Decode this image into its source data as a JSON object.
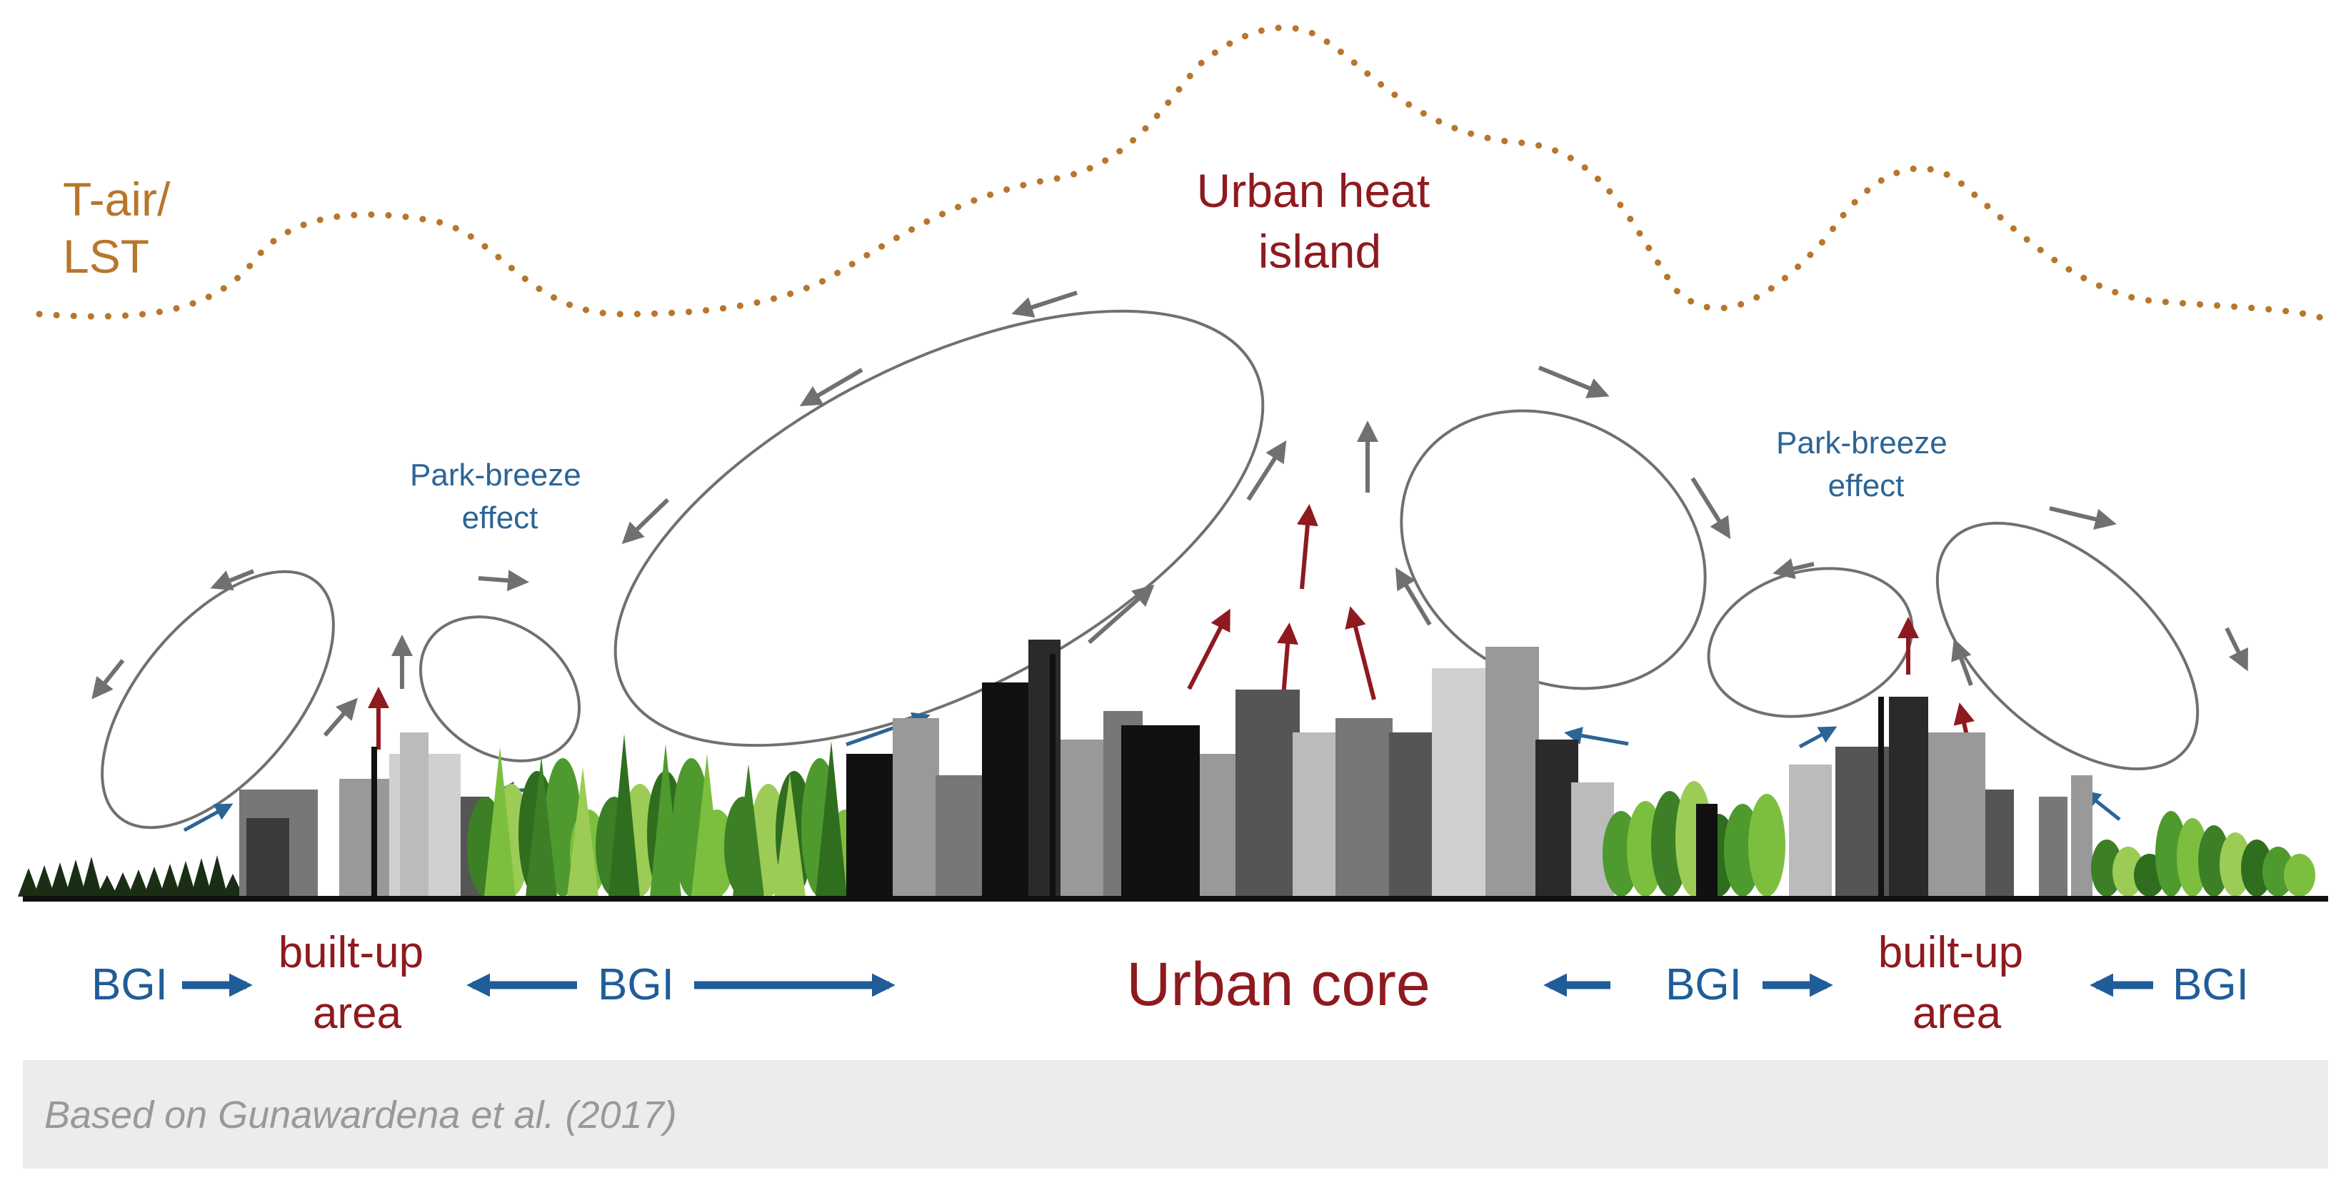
{
  "labels": {
    "temp_curve": [
      "T-air/",
      "LST"
    ],
    "uhi": [
      "Urban heat",
      "island"
    ],
    "park_breeze_left": [
      "Park-breeze",
      "effect"
    ],
    "park_breeze_right": [
      "Park-breeze",
      "effect"
    ],
    "bgi": "BGI",
    "built_up": [
      "built-up",
      "area"
    ],
    "urban_core": "Urban core"
  },
  "caption": "Based on Gunawardena et al. (2017)",
  "colors": {
    "temp": "#b8762c",
    "heat": "#8e1a1f",
    "breeze": "#2c6496",
    "bgi": "#1f5d99",
    "circulation": "#707070",
    "green": "#4f9a2f",
    "building": "#777777"
  }
}
